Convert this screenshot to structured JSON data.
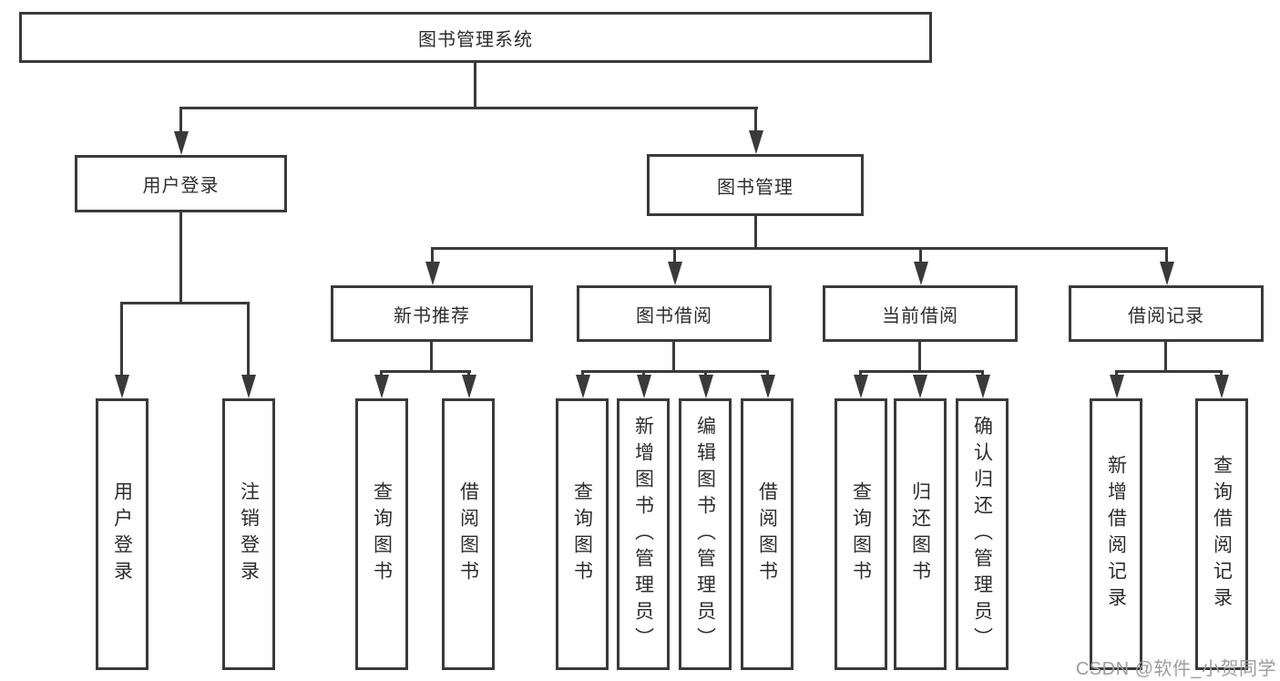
{
  "diagram": {
    "type": "hierarchy-tree",
    "root": {
      "label": "图书管理系统"
    },
    "level2": [
      {
        "label": "用户登录"
      },
      {
        "label": "图书管理"
      }
    ],
    "level3": [
      {
        "label": "新书推荐",
        "parent": "图书管理"
      },
      {
        "label": "图书借阅",
        "parent": "图书管理"
      },
      {
        "label": "当前借阅",
        "parent": "图书管理"
      },
      {
        "label": "借阅记录",
        "parent": "图书管理"
      }
    ],
    "leaves": [
      {
        "label": "用户登录",
        "parent": "用户登录"
      },
      {
        "label": "注销登录",
        "parent": "用户登录"
      },
      {
        "label": "查询图书",
        "parent": "新书推荐"
      },
      {
        "label": "借阅图书",
        "parent": "新书推荐"
      },
      {
        "label": "查询图书",
        "parent": "图书借阅"
      },
      {
        "label": "新增图书（管理员）",
        "parent": "图书借阅"
      },
      {
        "label": "编辑图书（管理员）",
        "parent": "图书借阅"
      },
      {
        "label": "借阅图书",
        "parent": "图书借阅"
      },
      {
        "label": "查询图书",
        "parent": "当前借阅"
      },
      {
        "label": "归还图书",
        "parent": "当前借阅"
      },
      {
        "label": "确认归还（管理员）",
        "parent": "当前借阅"
      },
      {
        "label": "新增借阅记录",
        "parent": "借阅记录"
      },
      {
        "label": "查询借阅记录",
        "parent": "借阅记录"
      }
    ],
    "colors": {
      "line": "#3a3a3a",
      "text": "#2d2d2d",
      "background": "#ffffff",
      "watermark": "#9c9c9c"
    }
  },
  "watermark": {
    "text": "CSDN @软件_小贺同学"
  }
}
